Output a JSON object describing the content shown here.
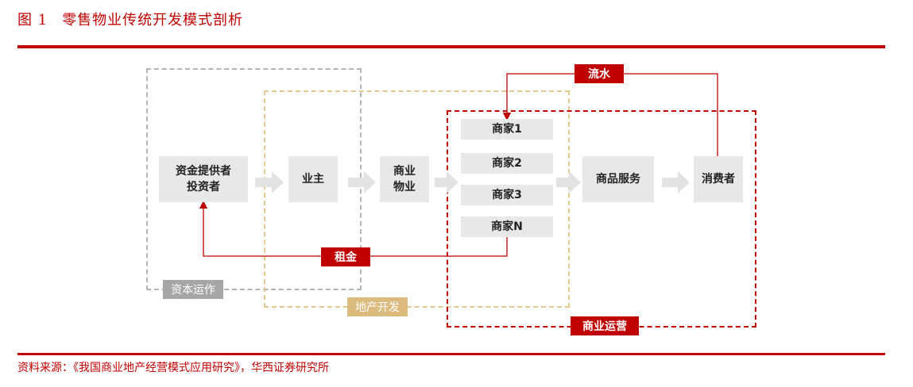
{
  "title": {
    "figure_no": "图 1",
    "text": "零售物业传统开发模式剖析"
  },
  "nodes": {
    "investor": {
      "line1": "资金提供者",
      "line2": "投资者"
    },
    "owner": "业主",
    "property": {
      "line1": "商业",
      "line2": "物业"
    },
    "merchants": [
      "商家1",
      "商家2",
      "商家3",
      "商家N"
    ],
    "service": "商品服务",
    "consumer": "消费者"
  },
  "labels": {
    "flow": "流水",
    "rent": "租金",
    "capital": "资本运作",
    "development": "地产开发",
    "operation": "商业运营"
  },
  "colors": {
    "accent_red": "#c00000",
    "grey": "#a6a6a6",
    "gold": "#dcbc7e",
    "box": "#e8e8e8"
  },
  "source": "资料来源：《我国商业地产经营模式应用研究》，华西证券研究所"
}
